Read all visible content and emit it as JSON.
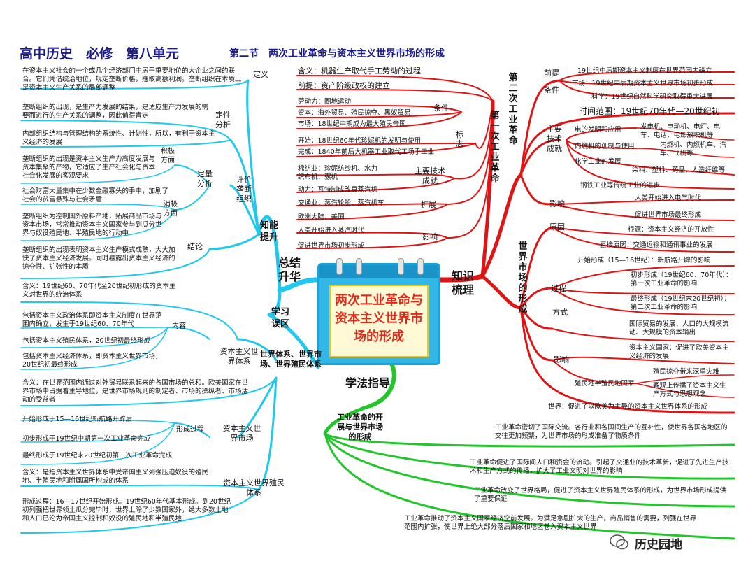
{
  "header": {
    "title": "高中历史　必修　第八单元",
    "subtitle": "第二节　两次工业革命与资本主义世界市场的形成"
  },
  "center": {
    "title": "两次工业革命与资本主义世界市场的形成"
  },
  "branches": {
    "zhishi": "知识梳理",
    "xuefa": "学法指导",
    "zongjie": "总结升华",
    "nengli": "知能提升",
    "wuqu": "学习误区",
    "tixi": "世界体系、世界市场、世界殖民体系",
    "gongye_kaizhan": "工业革命的开展与世界市场的形成"
  },
  "first_ir": {
    "label": "第一次工业革命",
    "items": [
      "含义：机器生产取代手工劳动的过程",
      "前提：资产阶级政权的建立",
      "劳动力：圈地运动",
      "资本：海外贸易、殖民掠夺、黑奴贸易",
      "市场：18世纪中期成为最大殖民帝国",
      "开始：18世纪60年代珍妮机的发明与使用",
      "完成：1840年前后大机器工业取代工场手工业",
      "棉纺业：珍妮纺纱机、水力织布机、骡机",
      "动力：瓦特制成改良蒸汽机",
      "交通业：蒸汽轮船、蒸汽机车",
      "欧洲大陆、美国",
      "人类开始进入蒸汽时代",
      "促进世界市场初步形成"
    ],
    "tags": {
      "tiaojian": "条件",
      "biaozhi": "标志",
      "jishu": "主要技术成就",
      "kuozhan": "扩展",
      "yingxiang": "影响"
    }
  },
  "second_ir": {
    "label": "第二次工业革命",
    "qianti": "前提",
    "tiaojian": "条件",
    "items": [
      "19世纪中后期资本主义制度在世界范围内确立",
      "市场：19世纪中后期资本主义世界市场初步形成",
      "科学：19世纪自然科学研究取得重大进展",
      "时间范围：19世纪70年代—20世纪初"
    ],
    "jishu_label": "主要技术成就",
    "tech": [
      {
        "name": "电的发明和应用",
        "detail": "发电机、电动机、电灯、电车、电话、电影放映机等"
      },
      {
        "name": "内燃机的创制与使用",
        "detail": "内燃机、内燃机车、汽车、飞机等"
      },
      {
        "name": "化学工业的发展",
        "detail": "染料、塑料、药品、人造纤维等"
      },
      {
        "name": "钢铁工业等传统工业的进步",
        "detail": ""
      }
    ],
    "yingxiang_label": "影响",
    "effects": [
      "人类开始进入电气时代",
      "促进世界市场最终形成"
    ]
  },
  "world_market": {
    "label": "世界市场的形成",
    "yuanyin": "原因",
    "causes": [
      "根源：资本主义经济的开放性",
      "直接原因：交通运输和通讯事业的发展"
    ],
    "guocheng": "过程",
    "process": [
      "开始形成（15—16世纪）：新航路开辟的影响",
      "初步形成（19世纪60、70年代）：第一次工业革命的影响",
      "最终形成（19世纪末20世纪初）：第二次工业革命的影响"
    ],
    "fangshi": "方式",
    "way": "国际贸易的发展、人口的大规模流动、大规模的资本输出",
    "yingxiang": "影响",
    "impact_cap": "资本主义国家：促进了欧美资本主义经济的发展",
    "colony_label": "殖民地半殖民地国家",
    "colony": [
      "殖民掠夺带来深重灾难",
      "客观上传播了资本主义生产方式与思想观念"
    ],
    "world": "世界：促进了以欧美为主导的资本主义世界体系的形成"
  },
  "xuefa_items": [
    "工业革命密切了国际交流。各行业和各国间生产的互补性，使世界各国各地区的交往更加频繁，为世界市场的形成准备了物质条件",
    "工业革命促进了国际间人口和资金的流动。引起了交通业的技术革新，促进了先进生产技术和生产方式的传播，扩大了工业文明对世界的影响",
    "工业革命改变了世界格局，促进了资本主义世界殖民体系的形成，为世界市场形成提供了重要保证",
    "工业革命推动了资本主义国家经济空前发展。为满足急剧扩大的生产，商品销售的需要，列强在世界范围内扩张，使世界上绝大部分落后国家和地区卷入资本主义世界"
  ],
  "left": {
    "dingyi_label": "定义",
    "dingyi": "在资本主义社会的一个或几个经济部门中居于重要地位的大企业之间的联合。它们凭借统治地位，规定垄断价格，攫取高额利润。垄断组织在本质上是资本主义生产关系的局部调整",
    "dingxing_label": "定性分析",
    "dingxing": "垄断组织的出现，是生产力发展的结果，是适应生产力发展的需要而进行的生产关系的调整，因此值得肯定",
    "dingxing2": "内部组织结构与管理结构的系统性、计划性，所以，有利于资本主义经济的发展",
    "jiji_label": "积极方面",
    "jiji": "垄断组织的出现是资本主义生产力高度发展与资本集聚的产物，它适应了生产社会化与资本社会化发展的客观要求",
    "dingliang_label": "定量分析",
    "xiaoji_1": "社会财富大量集中在少数金融寡头的手中，加剧了社会的贫富悬殊与社会矛盾",
    "xiaoji_label": "消极方面",
    "xiaoji_2": "垄断组织为控制国外原料产地，拓展商品市场与资本市场，常常推动资本主义国家参与到瓜分世界与奴役殖民地、半殖民地的行动中",
    "jielun_label": "结论",
    "jielun": "垄断组织的出现表明资本主义生产模式成熟，大大加快了资本主义经济发展。同时暴露出资本主义经济的掠夺性、扩张性的本质",
    "pingjia_label": "评价垄断组织",
    "tixi_hanyi": "含义：19世纪60、70年代至20世纪初形成的资本主义对世界的统治体系",
    "neirong_label": "内容",
    "neirong": [
      "包括资本主义政治体系即资本主义制度在世界范围内确立，发生于19世纪60、70年代",
      "包括资本主义殖民体系，20世纪初最终形成",
      "包括资本主义经济体系，即资本主义世界市场，20世纪初最终形成"
    ],
    "tixi_label": "资本主义世界体系",
    "shichang_hanyi": "含义：在世界范围内通过对外贸易联系起来的各国市场的总和。欧美国家在世界市场中占据着主导地位，是世界市场规则的制定者、市场的操纵者、市场活动的受益者",
    "guocheng_label": "形成过程",
    "guocheng": [
      "开始形成于15—16世纪新航路开辟后",
      "初步形成于19世纪中期第一次工业革命完成",
      "最终形成于19世纪末20世纪初第二次工业革命完成"
    ],
    "shichang_label": "资本主义世界市场",
    "zhimin_hanyi": "含义：是指资本主义世界体系中受帝国主义列强压迫奴役的殖民地、半殖民地和附属国所构成的体系",
    "zhimin_label": "资本主义世界殖民体系",
    "zhimin_process": "形成过程：16—17世纪开始形成。19世纪60年代基本形成。到20世纪初列强把世界领土瓜分完毕时，世界上除了少数国家外，绝大多数土地和人口已沦为帝国主义控制和奴役的殖民地和半殖民地"
  },
  "watermark": "历史园地",
  "colors": {
    "red": "#e01414",
    "cyan": "#1ec8ee",
    "green": "#22c62a",
    "title": "#1a1a8c"
  }
}
